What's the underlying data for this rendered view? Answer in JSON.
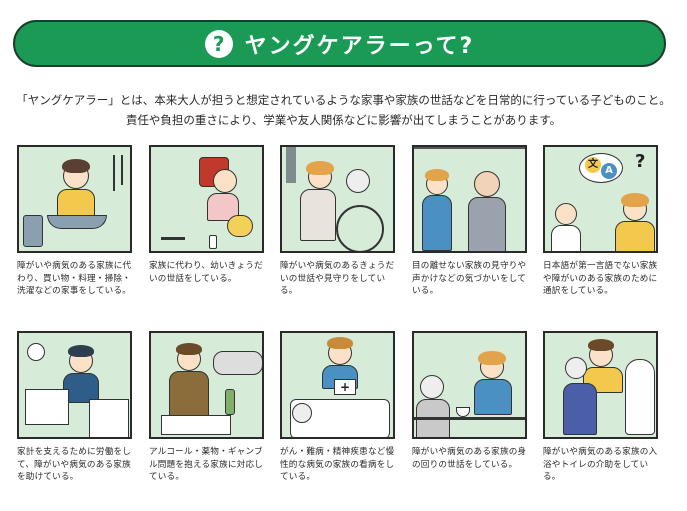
{
  "header": {
    "icon": "question-circle-icon",
    "title": "ヤングケアラーって?"
  },
  "intro": {
    "line1": "「ヤングケアラー」とは、本来大人が担うと想定されているような家事や家族の世話などを日常的に行っている子どものこと。",
    "line2": "責任や負担の重さにより、学業や友人関係などに影響が出てしまうことがあります。"
  },
  "colors": {
    "banner": "#1a9a55",
    "panel_bg": "#d6ebd8"
  },
  "cards": [
    {
      "caption": "障がいや病気のある家族に代わり、買い物・料理・掃除・洗濯などの家事をしている。"
    },
    {
      "caption": "家族に代わり、幼いきょうだいの世話をしている。"
    },
    {
      "caption": "障がいや病気のあるきょうだいの世話や見守りをしている。"
    },
    {
      "caption": "目の離せない家族の見守りや声かけなどの気づかいをしている。"
    },
    {
      "caption": "日本語が第一言語でない家族や障がいのある家族のために通訳をしている。"
    },
    {
      "caption": "家計を支えるために労働をして、障がいや病気のある家族を助けている。"
    },
    {
      "caption": "アルコール・薬物・ギャンブル問題を抱える家族に対応している。"
    },
    {
      "caption": "がん・難病・精神疾患など慢性的な病気の家族の看病をしている。"
    },
    {
      "caption": "障がいや病気のある家族の身の回りの世話をしている。"
    },
    {
      "caption": "障がいや病気のある家族の入浴やトイレの介助をしている。"
    }
  ],
  "illustrations": {
    "translate_badge_1": "文",
    "translate_badge_2": "A",
    "question_mark": "?"
  }
}
